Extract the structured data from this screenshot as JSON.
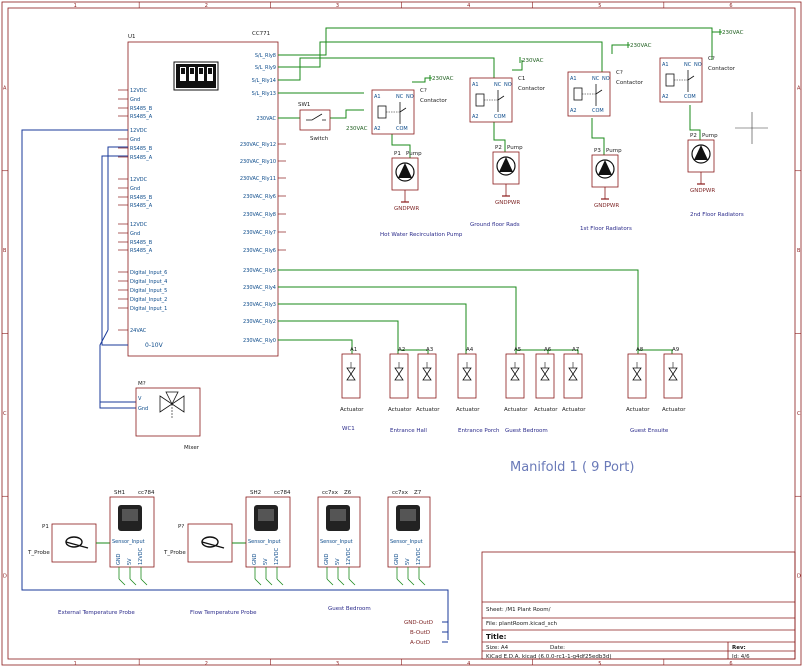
{
  "frame": {
    "col_labels": [
      "1",
      "2",
      "3",
      "4",
      "5",
      "6"
    ],
    "row_labels": [
      "A",
      "B",
      "C",
      "D"
    ]
  },
  "controller": {
    "ref": "U1",
    "value": "CC771",
    "left_pins": [
      "12VDC",
      "Gnd",
      "RS485_B",
      "RS485_A",
      "12VDC",
      "Gnd",
      "RS485_B",
      "RS485_A",
      "12VDC",
      "Gnd",
      "RS485_B",
      "RS485_A",
      "12VDC",
      "Gnd",
      "RS485_B",
      "RS485_A",
      "Digital_Input_6",
      "Digital_Input_4",
      "Digital_Input_5",
      "Digital_Input_2",
      "Digital_Input_1",
      "24VAC"
    ],
    "analog_pin": "0-10V",
    "right_top_pins": [
      "S/L_Rly8",
      "S/L_Rly9",
      "S/L_Rly14",
      "S/L_Rly13"
    ],
    "right_pins": [
      "230VAC",
      "230VAC_Rly12",
      "230VAC_Rly10",
      "230VAC_Rly11",
      "230VAC_Rly6",
      "230VAC_Rly8",
      "230VAC_Rly7",
      "230VAC_Rly6",
      "230VAC_Rly5",
      "230VAC_Rly4",
      "230VAC_Rly3",
      "230VAC_Rly2",
      "230VAC_Rly0"
    ]
  },
  "switch": {
    "ref": "SW1",
    "label": "Switch",
    "net": "230VAC"
  },
  "contactors": [
    {
      "ref": "C?",
      "label": "Contactor",
      "net": "230VAC",
      "pins": [
        "A1",
        "NC",
        "NO",
        "A2",
        "COM"
      ]
    },
    {
      "ref": "C1",
      "label": "Contactor",
      "net": "230VAC",
      "pins": [
        "A1",
        "NC",
        "NO",
        "A2",
        "COM"
      ]
    },
    {
      "ref": "C?",
      "label": "Contactor",
      "net": "230VAC",
      "pins": [
        "A1",
        "NC",
        "NO",
        "A2",
        "COM"
      ]
    },
    {
      "ref": "C?",
      "label": "Contactor",
      "net": "230VAC",
      "pins": [
        "A1",
        "NC",
        "NO",
        "A2",
        "COM"
      ]
    }
  ],
  "pumps": [
    {
      "ref": "P1",
      "label": "Pump",
      "gnd": "GNDPWR",
      "caption": "Hot Water Recirculation Pump"
    },
    {
      "ref": "P2",
      "label": "Pump",
      "gnd": "GNDPWR",
      "caption": "Ground floor Rads"
    },
    {
      "ref": "P3",
      "label": "Pump",
      "gnd": "GNDPWR",
      "caption": "1st Floor Radiators"
    },
    {
      "ref": "P2",
      "label": "Pump",
      "gnd": "GNDPWR",
      "caption": "2nd Floor Radiators"
    }
  ],
  "actuators": [
    {
      "ref": "A1",
      "label": "Actuator"
    },
    {
      "ref": "A2",
      "label": "Actuator"
    },
    {
      "ref": "A3",
      "label": "Actuator"
    },
    {
      "ref": "A4",
      "label": "Actuator"
    },
    {
      "ref": "A5",
      "label": "Actuator"
    },
    {
      "ref": "A6",
      "label": "Actuator"
    },
    {
      "ref": "A7",
      "label": "Actuator"
    },
    {
      "ref": "A8",
      "label": "Actuator"
    },
    {
      "ref": "A9",
      "label": "Actuator"
    }
  ],
  "zone_captions": [
    "WC1",
    "Entrance Hall",
    "Entrance Porch",
    "Guest Bedroom",
    "Guest Ensuite"
  ],
  "mixer": {
    "ref": "M?",
    "label": "Mixer",
    "pins": [
      "V",
      "Gnd"
    ]
  },
  "manifold_title": "Manifold 1 ( 9 Port)",
  "sensors": [
    {
      "ref": "SH1",
      "value": "cc784",
      "pin": "Sensor_Input",
      "bottom": [
        "GND",
        "5V",
        "12VDC"
      ]
    },
    {
      "ref": "SH2",
      "value": "cc784",
      "pin": "Sensor_Input",
      "bottom": [
        "GND",
        "5V",
        "12VDC"
      ]
    },
    {
      "ref": "cc7xx",
      "value": "Z6",
      "pin": "Sensor_Input",
      "bottom": [
        "GND",
        "5V",
        "12VDC"
      ]
    },
    {
      "ref": "cc7xx",
      "value": "Z7",
      "pin": "Sensor_Input",
      "bottom": [
        "GND",
        "5V",
        "12VDC"
      ]
    }
  ],
  "probes": [
    {
      "ref": "P1",
      "label": "T_Probe",
      "caption": "External Temperature Probe"
    },
    {
      "ref": "P?",
      "label": "T_Probe",
      "caption": "Flow Temperature Probe"
    }
  ],
  "guest_caption": "Guest Bedroom",
  "bus_labels": [
    "GND-OutD",
    "B-OutD",
    "A-OutD"
  ],
  "title_block": {
    "sheet": "Sheet: /M1 Plant Room/",
    "file": "File: plantRoom.kicad_sch",
    "title_label": "Title:",
    "size": "Size: A4",
    "date": "Date:",
    "rev": "Rev:",
    "tool": "KiCad E.D.A.  kicad (6.0.0-rc1-1-g4df25edb3d)",
    "id": "Id: 4/6"
  }
}
